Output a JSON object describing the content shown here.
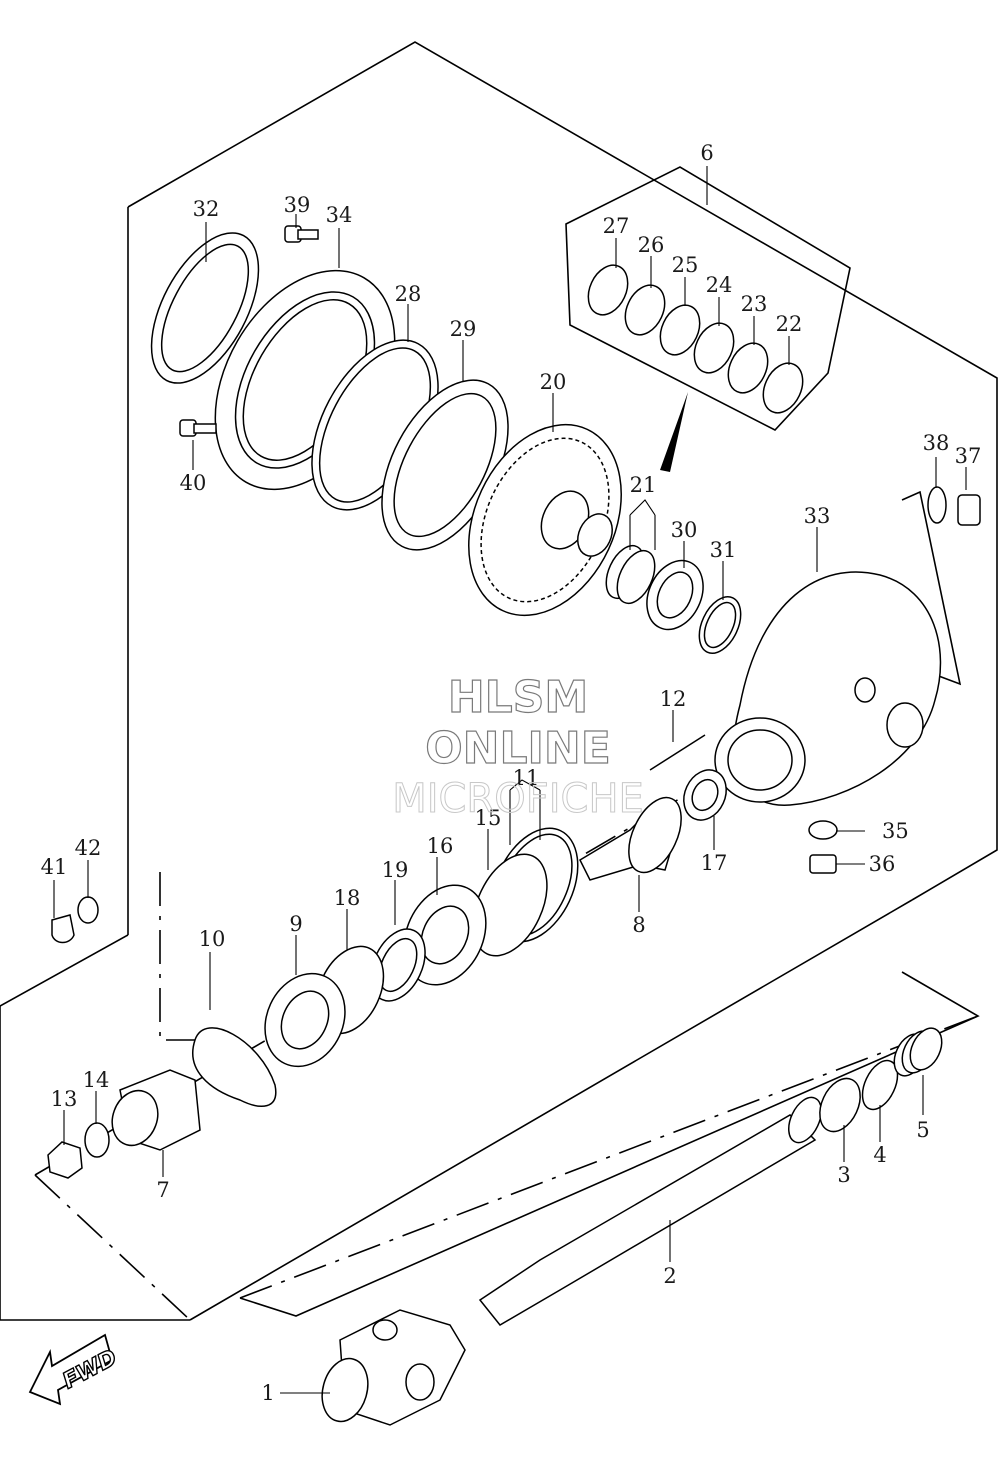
{
  "watermark": {
    "line1": "HLSM",
    "line2": "ONLINE",
    "line3": "MICROFICHE"
  },
  "fwd_label": "FWD",
  "labels": {
    "l1": "1",
    "l2": "2",
    "l3": "3",
    "l4": "4",
    "l5": "5",
    "l6": "6",
    "l7": "7",
    "l8": "8",
    "l9": "9",
    "l10": "10",
    "l11": "11",
    "l12": "12",
    "l13": "13",
    "l14": "14",
    "l15": "15",
    "l16": "16",
    "l17": "17",
    "l18": "18",
    "l19": "19",
    "l20": "20",
    "l21": "21",
    "l22": "22",
    "l23": "23",
    "l24": "24",
    "l25": "25",
    "l26": "26",
    "l27": "27",
    "l28": "28",
    "l29": "29",
    "l30": "30",
    "l31": "31",
    "l32": "32",
    "l33": "33",
    "l34": "34",
    "l35": "35",
    "l36": "36",
    "l37": "37",
    "l38": "38",
    "l39": "39",
    "l40": "40",
    "l41": "41",
    "l42": "42"
  }
}
